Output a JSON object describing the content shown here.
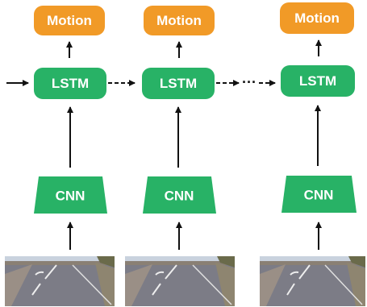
{
  "title": "",
  "colors": {
    "motion": "#f19a27",
    "lstm": "#28b266",
    "cnn": "#28b266",
    "arrow": "#111111",
    "box_text": "#ffffff",
    "sky": "#c9d2de",
    "road": "#7c7c86",
    "lane_mark": "#eeeeee"
  },
  "icons": {
    "road_image": "road-camera-frame"
  },
  "columns": [
    {
      "motion_label": "Motion",
      "lstm_label": "LSTM",
      "cnn_label": "CNN"
    },
    {
      "motion_label": "Motion",
      "lstm_label": "LSTM",
      "cnn_label": "CNN"
    },
    {
      "motion_label": "Motion",
      "lstm_label": "LSTM",
      "cnn_label": "CNN"
    }
  ],
  "ellipsis": "···"
}
